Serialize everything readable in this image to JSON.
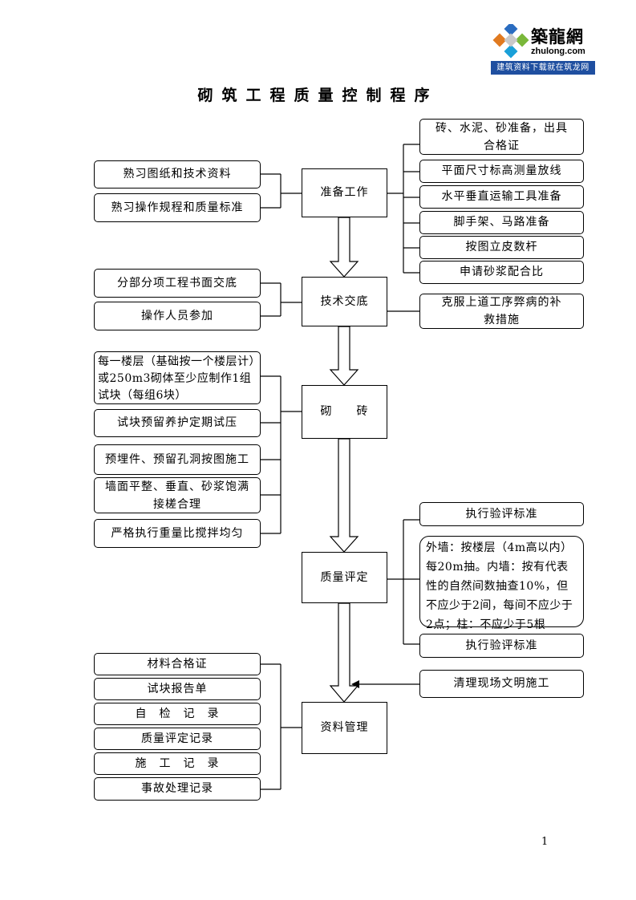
{
  "logo": {
    "brand": "築龍網",
    "url": "zhulong.com",
    "slogan": "建筑资料下载就在筑龙网"
  },
  "title": "砌筑工程质量控制程序",
  "page_number": "1",
  "center_steps": [
    "准备工作",
    "技术交底",
    "砌　　砖",
    "质量评定",
    "资料管理"
  ],
  "prep_left": [
    "熟习图纸和技术资料",
    "熟习操作规程和质量标准"
  ],
  "prep_right": [
    "砖、水泥、砂准备，出具合格证",
    "平面尺寸标高测量放线",
    "水平垂直运输工具准备",
    "脚手架、马路准备",
    "按图立皮数杆",
    "申请砂浆配合比"
  ],
  "tech_left": [
    "分部分项工程书面交底",
    "操作人员参加"
  ],
  "tech_right": [
    "克服上道工序弊病的补救措施"
  ],
  "brick_left": [
    "每一楼层（基础按一个楼层计）或250m3砌体至少应制作1组试块（每组6块）",
    "试块预留养护定期试压",
    "预埋件、预留孔洞按图施工",
    "墙面平整、垂直、砂浆饱满接槎合理",
    "严格执行重量比搅拌均匀"
  ],
  "quality_right": [
    "执行验评标准",
    "外墙：按楼层（4m高以内）每20m抽。内墙：按有代表性的自然间数抽查10%，但不应少于2间，每间不应少于2点；柱：不应少于5根",
    "执行验评标准"
  ],
  "cleanup": "清理现场文明施工",
  "records_left": [
    "材料合格证",
    "试块报告单",
    "自　检　记　录",
    "质量评定记录",
    "施　工　记　录",
    "事故处理记录"
  ]
}
